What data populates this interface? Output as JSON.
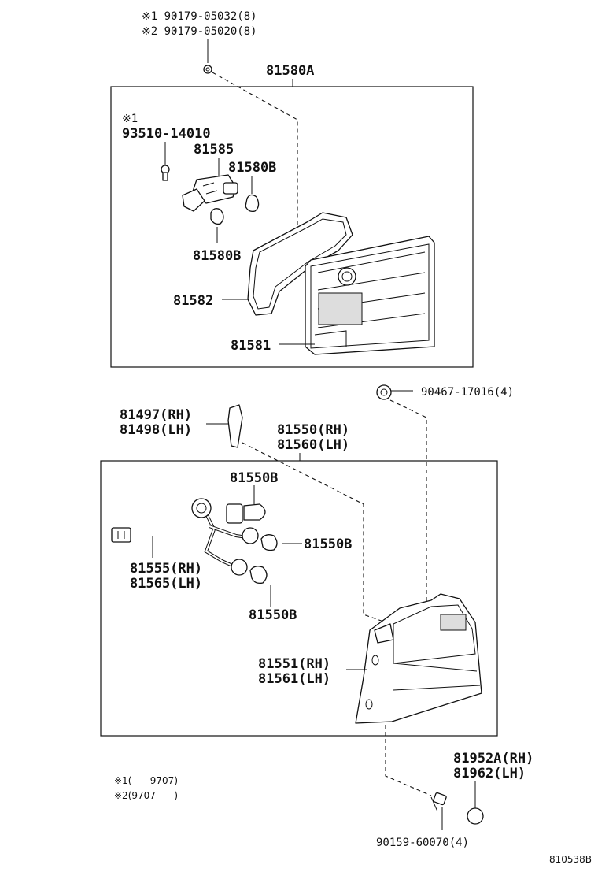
{
  "diagram_code": "810538B",
  "upper_group": {
    "screw_labels": [
      "※1 90179-05032(8)",
      "※2 90179-05020(8)"
    ],
    "assembly_label": "81580A",
    "note_mark": "※1",
    "screw_part": "93510-14010",
    "socket_part": "81585",
    "bulb_upper": "81580B",
    "bulb_lower": "81580B",
    "gasket_part": "81582",
    "lens_part": "81581"
  },
  "lower_group": {
    "grommet_label": "90467-17016(4)",
    "clip_rh": "81497(RH)",
    "clip_lh": "81498(LH)",
    "assembly_rh": "81550(RH)",
    "assembly_lh": "81560(LH)",
    "bulb_top": "81550B",
    "bulb_mid": "81550B",
    "bulb_bottom": "81550B",
    "wire_rh": "81555(RH)",
    "wire_lh": "81565(LH)",
    "lens_rh": "81551(RH)",
    "lens_lh": "81561(LH)",
    "cap_rh": "81952A(RH)",
    "cap_lh": "81962(LH)",
    "screw_label": "90159-60070(4)"
  },
  "notes": [
    "※1(     -9707)",
    "※2(9707-     )"
  ]
}
